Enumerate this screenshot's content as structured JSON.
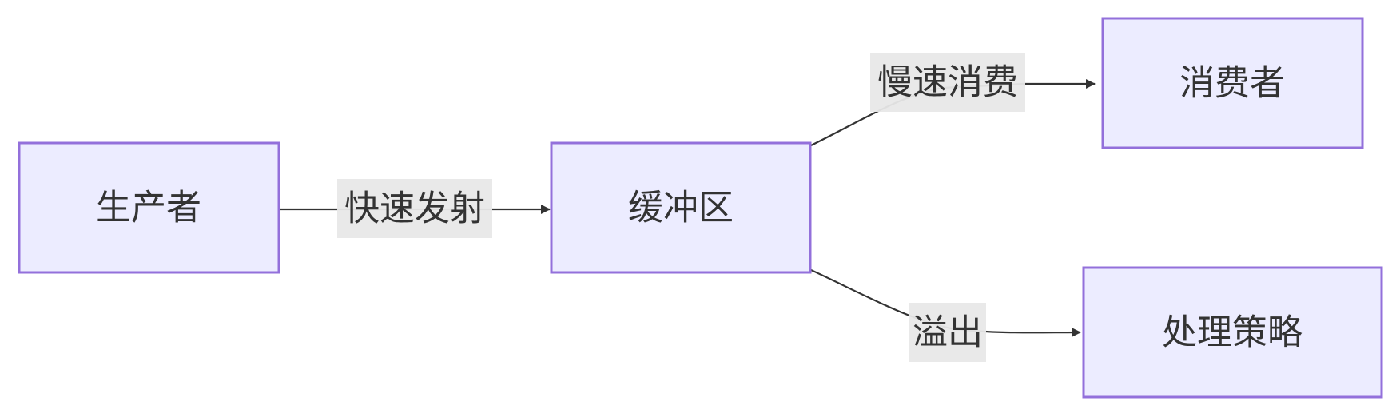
{
  "diagram": {
    "nodes": {
      "producer": "生产者",
      "buffer": "缓冲区",
      "consumer": "消费者",
      "strategy": "处理策略"
    },
    "edges": {
      "fast_emit": "快速发射",
      "slow_consume": "慢速消费",
      "overflow": "溢出"
    }
  },
  "colors": {
    "node_fill": "#ececff",
    "node_stroke": "#9370db",
    "edge_stroke": "#333333",
    "edge_label_bg": "#e8e8e8",
    "text": "#333333"
  }
}
